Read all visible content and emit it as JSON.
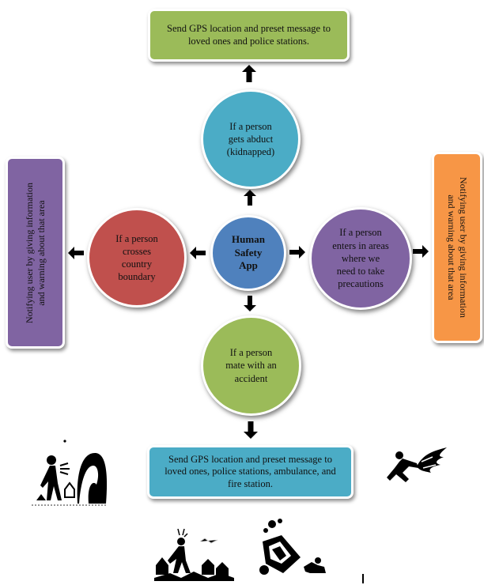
{
  "center": {
    "label": "Human\nSafety\nApp"
  },
  "nodes": {
    "top": {
      "label": "If a person\ngets abduct\n(kidnapped)"
    },
    "left": {
      "label": "If a person\ncrosses\ncountry\nboundary"
    },
    "right": {
      "label": "If a person\nenters in areas\nwhere we\nneed to take\nprecautions"
    },
    "bottom": {
      "label": "If a person\nmate with an\naccident"
    }
  },
  "outcomes": {
    "top": {
      "text": "Send GPS location and preset message to loved ones and police stations."
    },
    "bottom": {
      "text": "Send GPS location and preset message to loved ones, police stations, ambulance, and fire station."
    },
    "left": {
      "line1": "Notifying user by giving information",
      "line2": "and warning about that area"
    },
    "right": {
      "line1": "Notifying user by giving information",
      "line2": "and warning about that area"
    }
  },
  "icons": [
    "tsunami-icon",
    "fire-icon",
    "earthquake-icon",
    "car-crash-icon"
  ],
  "colors": {
    "green": "#9bbb59",
    "teal": "#4bacc6",
    "blue": "#4f81bd",
    "red": "#c0504d",
    "purple": "#8064a2",
    "orange": "#f79646",
    "arrow": "#000000"
  }
}
